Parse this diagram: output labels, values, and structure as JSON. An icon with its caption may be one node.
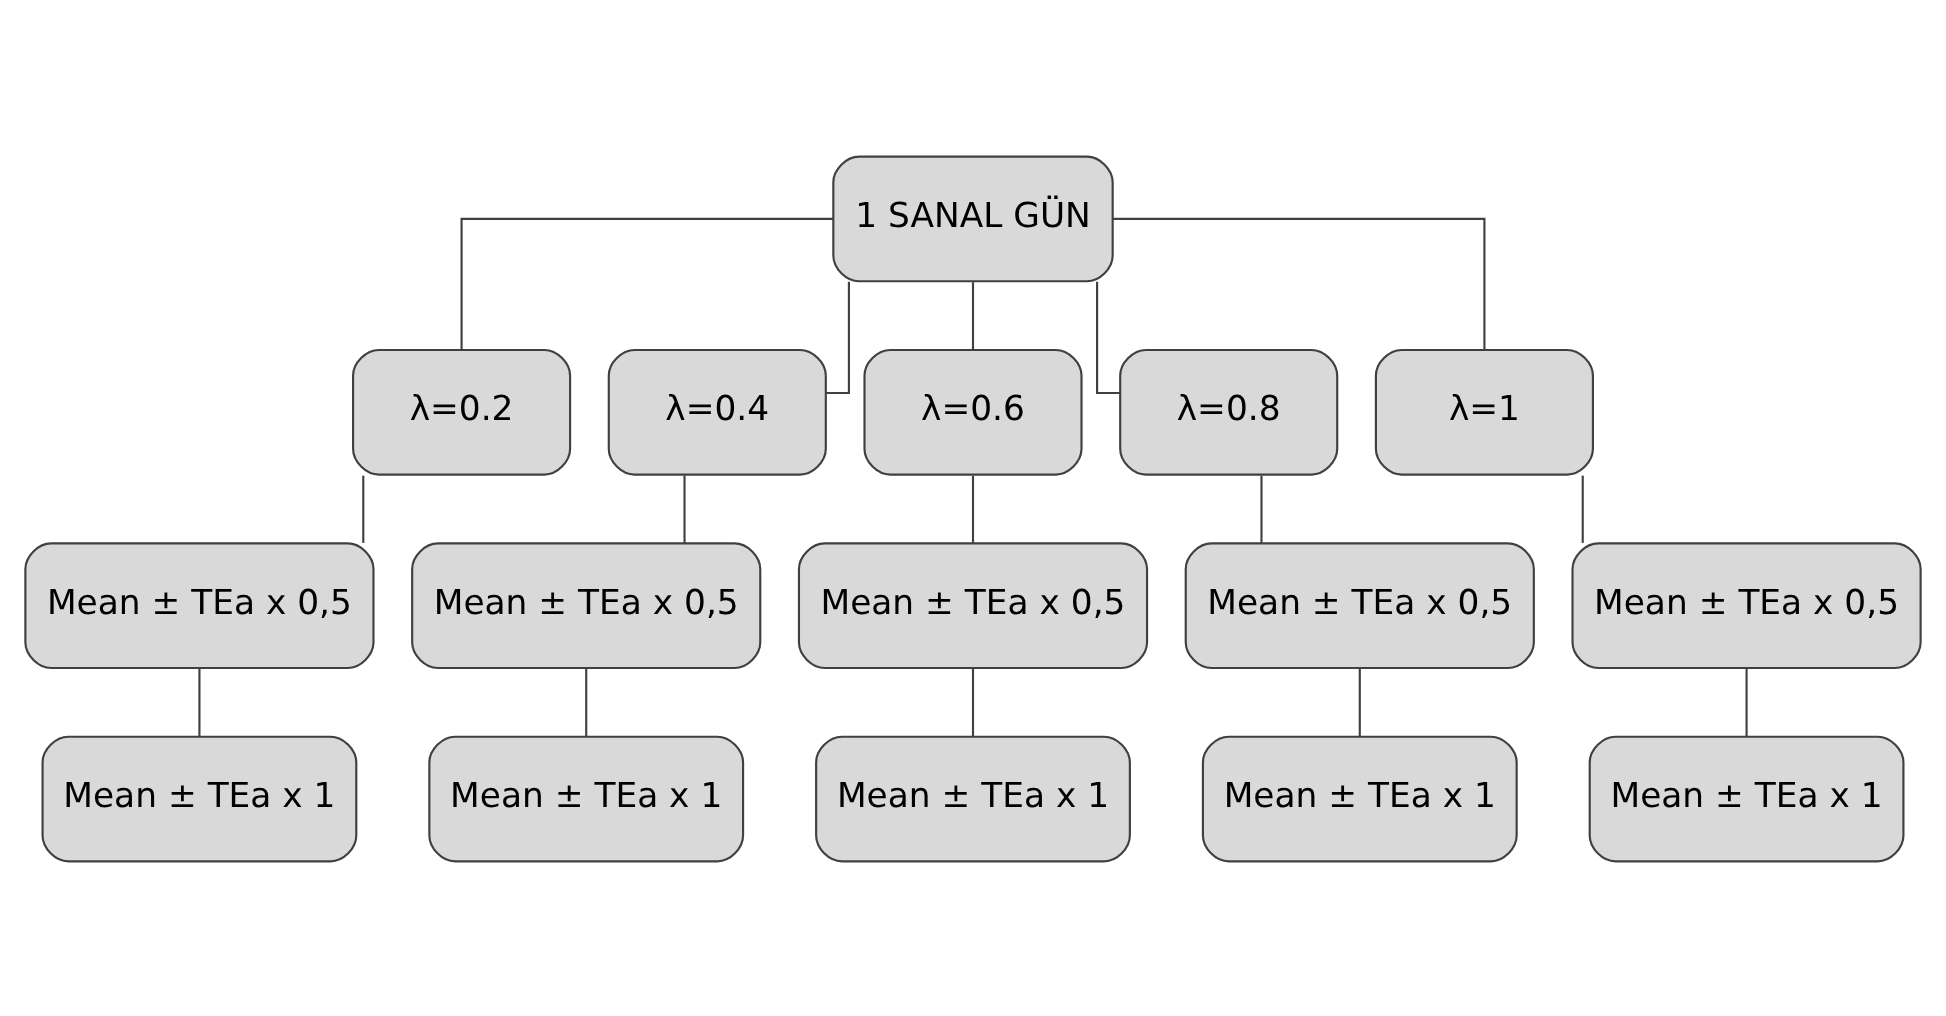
{
  "diagram": {
    "nodes": [
      {
        "text": [
          "1 SANAL GÜN"
        ]
      },
      {
        "text": [
          "λ=0.2"
        ]
      },
      {
        "text": [
          "λ=0.4"
        ]
      },
      {
        "text": [
          "λ=0.6"
        ]
      },
      {
        "text": [
          "λ=0.8"
        ]
      },
      {
        "text": [
          "λ=1"
        ]
      },
      {
        "text": [
          "Mean ± TEa x 0,5"
        ]
      },
      {
        "text": [
          "Mean ± TEa x 0,5"
        ]
      },
      {
        "text": [
          "Mean ± TEa x 0,5"
        ]
      },
      {
        "text": [
          "Mean ± TEa x 0,5"
        ]
      },
      {
        "text": [
          "Mean ± TEa x 0,5"
        ]
      },
      {
        "text": [
          "Mean ± TEa x 1"
        ]
      },
      {
        "text": [
          "Mean ± TEa x 1"
        ]
      },
      {
        "text": [
          "Mean ± TEa x 1"
        ]
      },
      {
        "text": [
          "Mean ± TEa x 1"
        ]
      },
      {
        "text": [
          "Mean ± TEa x 1"
        ]
      }
    ],
    "edges": [
      {
        "from": 0,
        "to": 1,
        "arrow": "none"
      },
      {
        "from": 0,
        "to": 2,
        "arrow": "none"
      },
      {
        "from": 0,
        "to": 3,
        "arrow": "none"
      },
      {
        "from": 0,
        "to": 4,
        "arrow": "none"
      },
      {
        "from": 0,
        "to": 5,
        "arrow": "none"
      },
      {
        "from": 1,
        "to": 6,
        "arrow": "none"
      },
      {
        "from": 2,
        "to": 7,
        "arrow": "none"
      },
      {
        "from": 3,
        "to": 8,
        "arrow": "none"
      },
      {
        "from": 4,
        "to": 9,
        "arrow": "none"
      },
      {
        "from": 5,
        "to": 10,
        "arrow": "none"
      },
      {
        "from": 6,
        "to": 11,
        "arrow": "none"
      },
      {
        "from": 7,
        "to": 12,
        "arrow": "none"
      },
      {
        "from": 8,
        "to": 13,
        "arrow": "none"
      },
      {
        "from": 9,
        "to": 14,
        "arrow": "none"
      },
      {
        "from": 10,
        "to": 15,
        "arrow": "none"
      }
    ]
  }
}
